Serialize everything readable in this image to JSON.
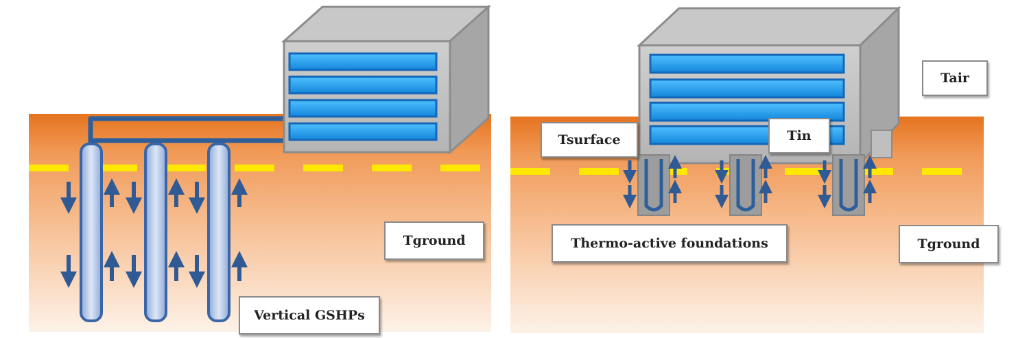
{
  "left_panel": {
    "labels": {
      "tground": "Tground",
      "vertical_gshps": "Vertical GSHPs"
    }
  },
  "right_panel": {
    "labels": {
      "tair": "Tair",
      "tsurface": "Tsurface",
      "tin": "Tin",
      "thermo_active_foundations": "Thermo-active foundations",
      "tground": "Tground"
    }
  },
  "colors": {
    "ground_top": "#E8782A",
    "ground_bottom": "#FDF1E6",
    "surface_line": "#FFE800",
    "pipe_blue": "#2E5F9A",
    "window_blue": "#1FA0F0",
    "building_gray": "#BDBDBD"
  }
}
